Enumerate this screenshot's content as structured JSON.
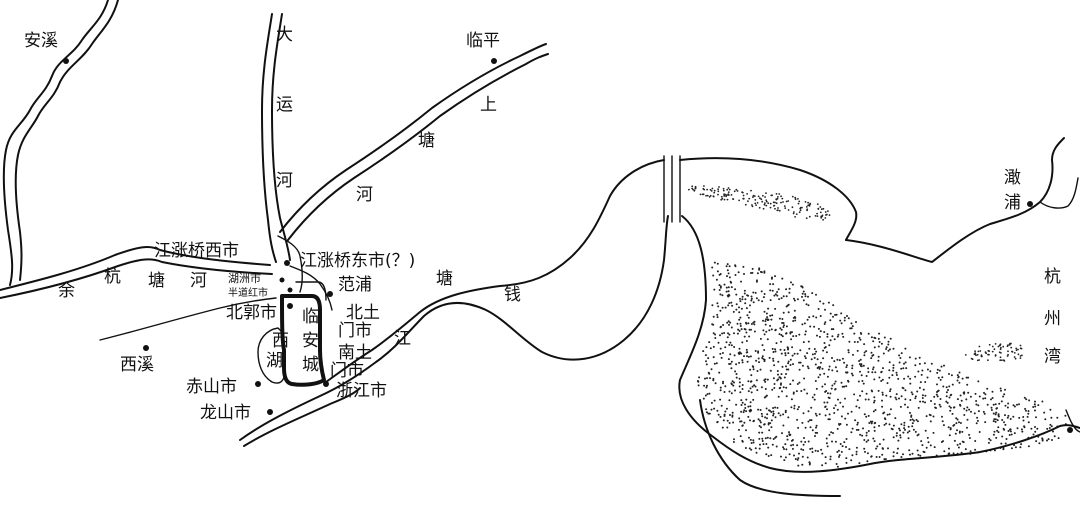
{
  "places": {
    "anxi": "安溪",
    "linping": "临平",
    "ganpu": "澉浦",
    "jiangzhang_west": "江涨桥西市",
    "jiangzhang_east": "江涨桥东市(？)",
    "huzhou_market": "湖洲市",
    "bandao_hong": "半道红市",
    "fanpu": "范浦",
    "beiguo": "北郭市",
    "xixi": "西溪",
    "chishan": "赤山市",
    "longshan": "龙山市",
    "zhejiang_market": "浙江市",
    "beitumen_1": "北土",
    "beitumen_2": "门市",
    "nantumen_1": "南土",
    "nantumen_2": "门市"
  },
  "features": {
    "grand_canal": [
      "大",
      "运",
      "河"
    ],
    "shangtang_river": [
      "上",
      "塘",
      "河"
    ],
    "yuhang_tang_river": [
      "余",
      "杭",
      "塘",
      "河"
    ],
    "west_lake": [
      "西",
      "湖"
    ],
    "linan_city": [
      "临",
      "安",
      "城"
    ],
    "qiantang_river": [
      "钱",
      "塘",
      "江"
    ],
    "hangzhou_bay": [
      "杭",
      "州",
      "湾"
    ]
  }
}
